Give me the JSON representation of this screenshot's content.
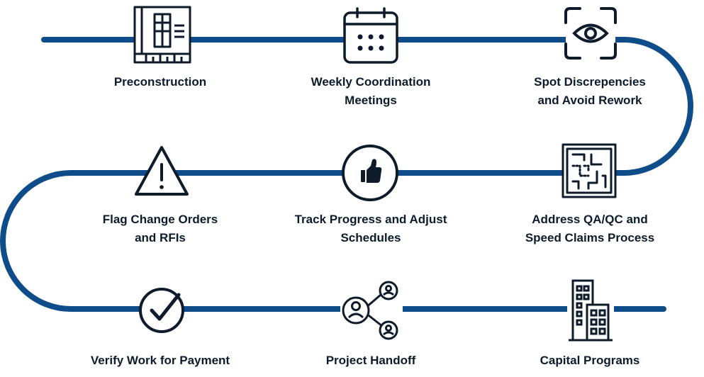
{
  "colors": {
    "track": "#0f4c8a",
    "icon": "#0d1b2a",
    "text": "#0c1c2c"
  },
  "steps": [
    {
      "icon": "blueprint-icon",
      "lines": [
        "Preconstruction"
      ]
    },
    {
      "icon": "calendar-icon",
      "lines": [
        "Weekly Coordination",
        "Meetings"
      ]
    },
    {
      "icon": "eye-scan-icon",
      "lines": [
        "Spot Discrepencies",
        "and Avoid Rework"
      ]
    },
    {
      "icon": "circuit-board-icon",
      "lines": [
        "Address QA/QC and",
        "Speed Claims Process"
      ]
    },
    {
      "icon": "thumbs-up-icon",
      "lines": [
        "Track Progress and Adjust",
        "Schedules"
      ]
    },
    {
      "icon": "warning-icon",
      "lines": [
        "Flag Change Orders",
        "and RFIs"
      ]
    },
    {
      "icon": "checkmark-circle-icon",
      "lines": [
        "Verify Work for Payment"
      ]
    },
    {
      "icon": "network-users-icon",
      "lines": [
        "Project Handoff"
      ]
    },
    {
      "icon": "buildings-icon",
      "lines": [
        "Capital Programs"
      ]
    }
  ]
}
